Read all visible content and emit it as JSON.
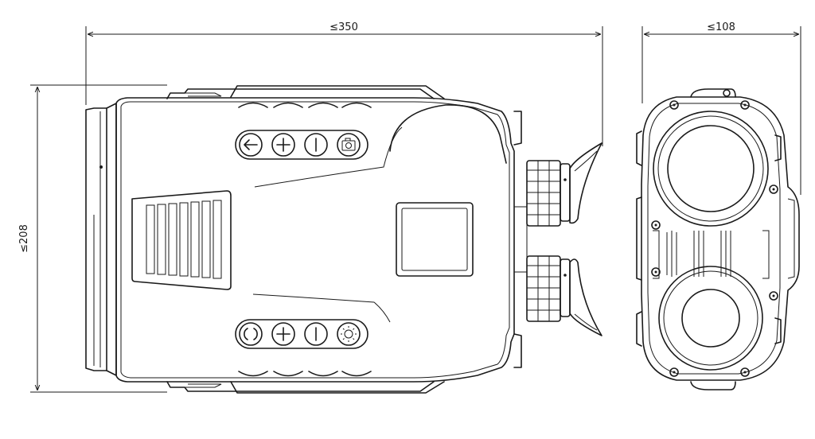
{
  "dimensions": {
    "length": "≤350",
    "depth": "≤108",
    "height": "≤208"
  },
  "buttons": {
    "top_row": [
      "back-arrow",
      "plus",
      "power",
      "camera"
    ],
    "bottom_row": [
      "cycle",
      "plus",
      "power",
      "brightness"
    ]
  }
}
